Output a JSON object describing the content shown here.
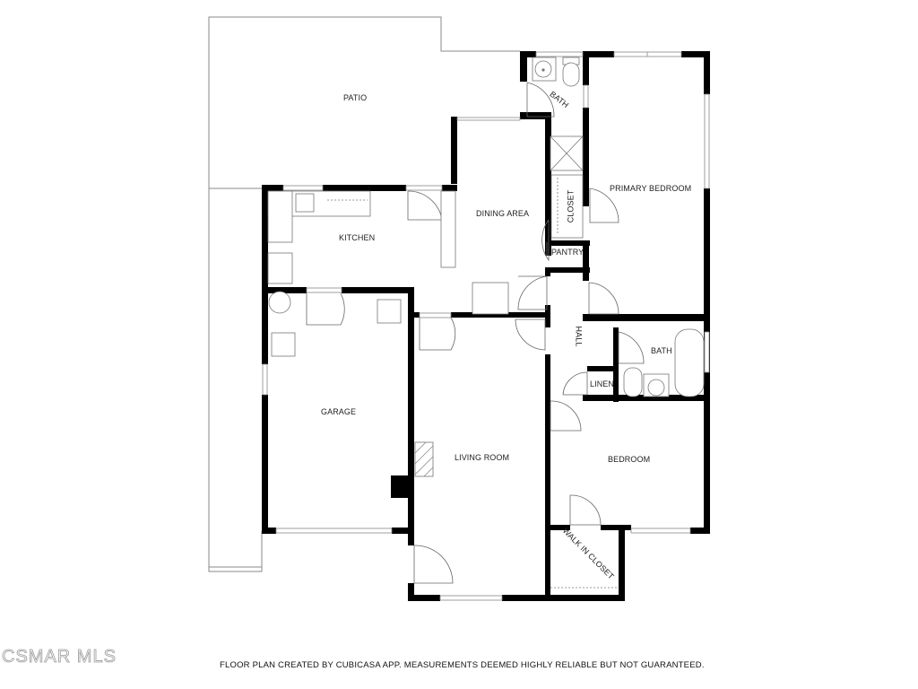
{
  "floorplan": {
    "rooms": {
      "patio": "PATIO",
      "primary_bath": "BATH",
      "primary_bedroom": "PRIMARY BEDROOM",
      "closet": "CLOSET",
      "dining_area": "DINING AREA",
      "kitchen": "KITCHEN",
      "pantry": "PANTRY",
      "hall": "HALL",
      "bath": "BATH",
      "linen": "LINEN",
      "garage": "GARAGE",
      "living_room": "LIVING ROOM",
      "bedroom": "BEDROOM",
      "walk_in_closet": "WALK IN CLOSET"
    },
    "wall_color": "#000000",
    "fixture_color": "#777777"
  },
  "footer": {
    "disclaimer": "FLOOR PLAN CREATED BY CUBICASA APP. MEASUREMENTS DEEMED HIGHLY RELIABLE BUT NOT GUARANTEED.",
    "watermark": "CSMAR MLS"
  }
}
